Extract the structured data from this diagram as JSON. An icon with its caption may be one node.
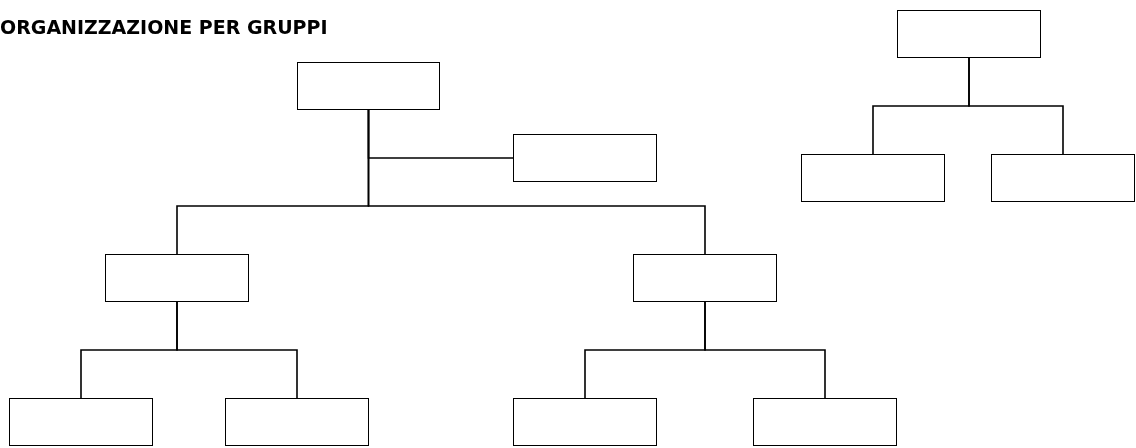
{
  "diagram": {
    "title": "ORGANIZZAZIONE PER GRUPPI",
    "nodes": [
      {
        "text": [],
        "shape": "box"
      },
      {
        "text": [],
        "shape": "box"
      },
      {
        "text": [],
        "shape": "box"
      },
      {
        "text": [],
        "shape": "box"
      },
      {
        "text": [],
        "shape": "box"
      },
      {
        "text": [],
        "shape": "box"
      },
      {
        "text": [],
        "shape": "box"
      },
      {
        "text": [],
        "shape": "box"
      },
      {
        "text": [],
        "shape": "box"
      },
      {
        "text": [],
        "shape": "box"
      },
      {
        "text": [],
        "shape": "box"
      }
    ],
    "edges": [
      {
        "from": 0,
        "to": 1,
        "arrow": "none"
      },
      {
        "from": 0,
        "to": 2,
        "arrow": "none"
      },
      {
        "from": 0,
        "to": 3,
        "arrow": "none"
      },
      {
        "from": 2,
        "to": 4,
        "arrow": "none"
      },
      {
        "from": 2,
        "to": 5,
        "arrow": "none"
      },
      {
        "from": 3,
        "to": 6,
        "arrow": "none"
      },
      {
        "from": 3,
        "to": 7,
        "arrow": "none"
      },
      {
        "from": 8,
        "to": 9,
        "arrow": "none"
      },
      {
        "from": 8,
        "to": 10,
        "arrow": "none"
      }
    ]
  }
}
